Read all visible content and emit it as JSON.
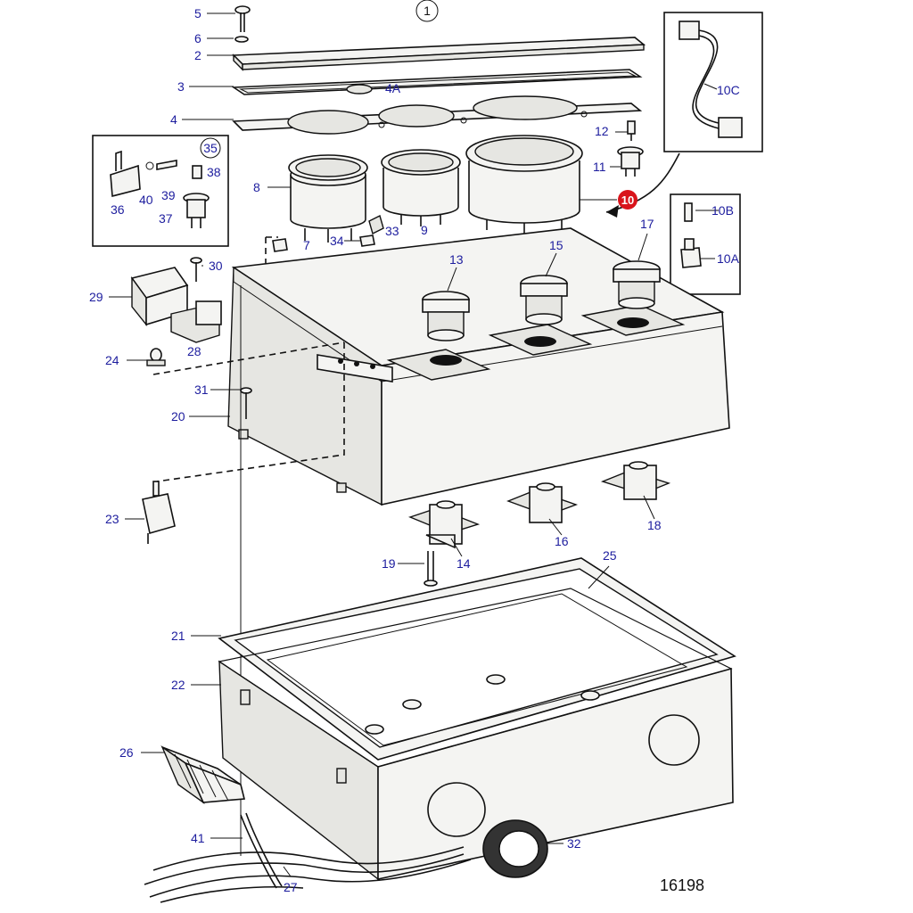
{
  "diagram": {
    "group_number": "1",
    "drawing_number": "16198",
    "highlighted_part": "10",
    "accent_color": "#d9141b",
    "label_color": "#1d1d9e",
    "part_labels": {
      "p5": "5",
      "p6": "6",
      "p2": "2",
      "p3": "3",
      "p4A": "4A",
      "p4": "4",
      "p10C": "10C",
      "p12": "12",
      "p11": "11",
      "p10": "10",
      "p35": "35",
      "p38": "38",
      "p40": "40",
      "p39": "39",
      "p36": "36",
      "p37": "37",
      "p8": "8",
      "p9": "9",
      "p33": "33",
      "p34": "34",
      "p7": "7",
      "p10B": "10B",
      "p10A": "10A",
      "p17": "17",
      "p15": "15",
      "p13": "13",
      "p30": "30",
      "p29": "29",
      "p28": "28",
      "p24": "24",
      "p31": "31",
      "p20": "20",
      "p23": "23",
      "p14": "14",
      "p16": "16",
      "p18": "18",
      "p19": "19",
      "p25": "25",
      "p21": "21",
      "p22": "22",
      "p26": "26",
      "p41": "41",
      "p27": "27",
      "p32": "32"
    }
  }
}
